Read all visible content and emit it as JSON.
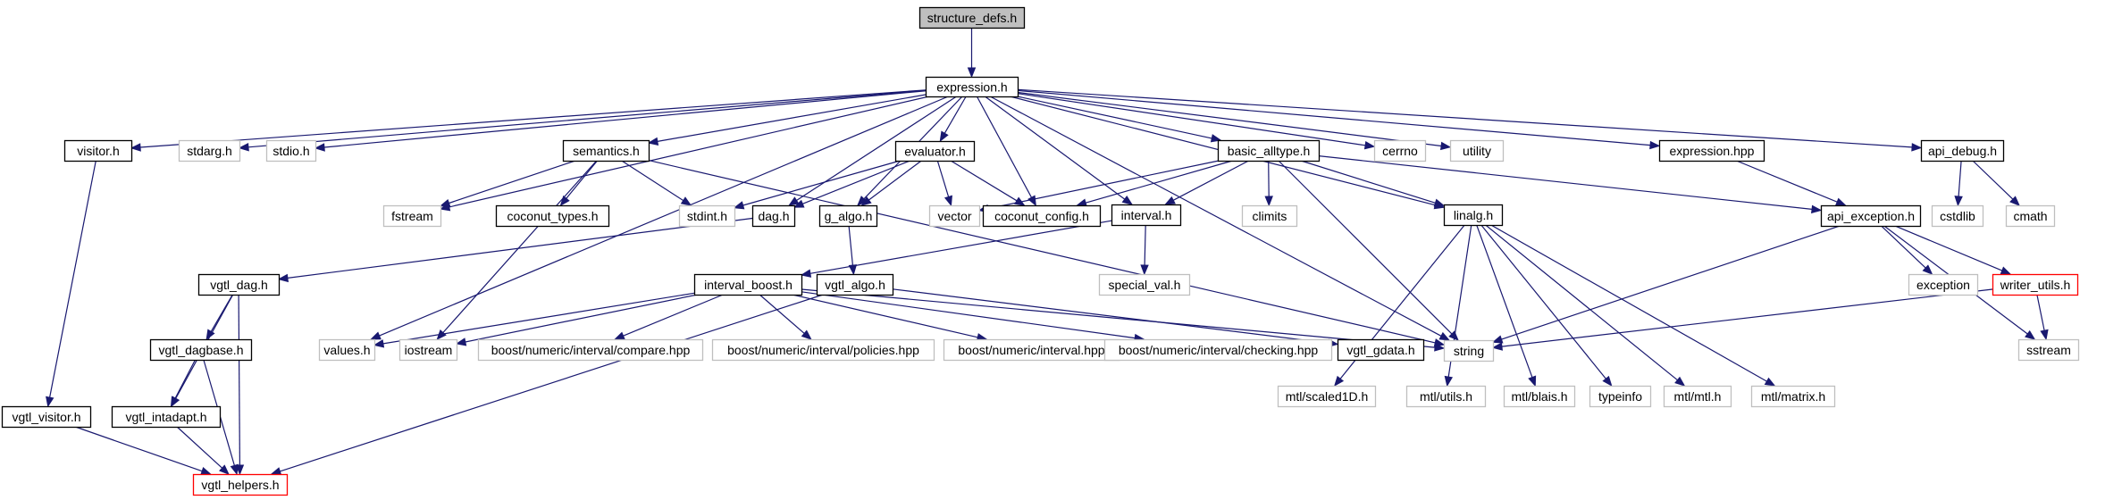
{
  "colors": {
    "edge": "#191970",
    "node_border_documented": "#000000",
    "node_border_external": "#bfbfbf",
    "node_border_undocumented": "#ff0000",
    "root_fill": "#bfbfbf",
    "node_fill": "#ffffff"
  },
  "nodes": [
    {
      "id": "structure_defs_h",
      "label": "structure_defs.h",
      "kind": "root"
    },
    {
      "id": "expression_h",
      "label": "expression.h",
      "kind": "doc"
    },
    {
      "id": "visitor_h",
      "label": "visitor.h",
      "kind": "doc"
    },
    {
      "id": "stdarg_h",
      "label": "stdarg.h",
      "kind": "ext"
    },
    {
      "id": "stdio_h",
      "label": "stdio.h",
      "kind": "ext"
    },
    {
      "id": "semantics_h",
      "label": "semantics.h",
      "kind": "doc"
    },
    {
      "id": "evaluator_h",
      "label": "evaluator.h",
      "kind": "doc"
    },
    {
      "id": "basic_alltype_h",
      "label": "basic_alltype.h",
      "kind": "doc"
    },
    {
      "id": "cerrno",
      "label": "cerrno",
      "kind": "ext"
    },
    {
      "id": "utility",
      "label": "utility",
      "kind": "ext"
    },
    {
      "id": "expression_hpp",
      "label": "expression.hpp",
      "kind": "doc"
    },
    {
      "id": "api_debug_h",
      "label": "api_debug.h",
      "kind": "doc"
    },
    {
      "id": "fstream",
      "label": "fstream",
      "kind": "ext"
    },
    {
      "id": "coconut_types_h",
      "label": "coconut_types.h",
      "kind": "doc"
    },
    {
      "id": "stdint_h",
      "label": "stdint.h",
      "kind": "ext"
    },
    {
      "id": "dag_h",
      "label": "dag.h",
      "kind": "doc"
    },
    {
      "id": "g_algo_h",
      "label": "g_algo.h",
      "kind": "doc"
    },
    {
      "id": "vector",
      "label": "vector",
      "kind": "ext"
    },
    {
      "id": "coconut_config_h",
      "label": "coconut_config.h",
      "kind": "doc"
    },
    {
      "id": "interval_h",
      "label": "interval.h",
      "kind": "doc"
    },
    {
      "id": "climits",
      "label": "climits",
      "kind": "ext"
    },
    {
      "id": "linalg_h",
      "label": "linalg.h",
      "kind": "doc"
    },
    {
      "id": "api_exception_h",
      "label": "api_exception.h",
      "kind": "doc"
    },
    {
      "id": "cstdlib",
      "label": "cstdlib",
      "kind": "ext"
    },
    {
      "id": "cmath",
      "label": "cmath",
      "kind": "ext"
    },
    {
      "id": "vgtl_dag_h",
      "label": "vgtl_dag.h",
      "kind": "doc"
    },
    {
      "id": "interval_boost_h",
      "label": "interval_boost.h",
      "kind": "doc"
    },
    {
      "id": "vgtl_algo_h",
      "label": "vgtl_algo.h",
      "kind": "doc"
    },
    {
      "id": "special_val_h",
      "label": "special_val.h",
      "kind": "ext"
    },
    {
      "id": "mtl_scaled1d_h",
      "label": "mtl/scaled1D.h",
      "kind": "ext"
    },
    {
      "id": "mtl_utils_h",
      "label": "mtl/utils.h",
      "kind": "ext"
    },
    {
      "id": "mtl_blais_h",
      "label": "mtl/blais.h",
      "kind": "ext"
    },
    {
      "id": "typeinfo",
      "label": "typeinfo",
      "kind": "ext"
    },
    {
      "id": "mtl_mtl_h",
      "label": "mtl/mtl.h",
      "kind": "ext"
    },
    {
      "id": "mtl_matrix_h",
      "label": "mtl/matrix.h",
      "kind": "ext"
    },
    {
      "id": "exception",
      "label": "exception",
      "kind": "ext"
    },
    {
      "id": "writer_utils_h",
      "label": "writer_utils.h",
      "kind": "undoc"
    },
    {
      "id": "vgtl_dagbase_h",
      "label": "vgtl_dagbase.h",
      "kind": "doc"
    },
    {
      "id": "values_h",
      "label": "values.h",
      "kind": "ext"
    },
    {
      "id": "iostream",
      "label": "iostream",
      "kind": "ext"
    },
    {
      "id": "bn_compare",
      "label": "boost/numeric/interval/compare.hpp",
      "kind": "ext"
    },
    {
      "id": "bn_policies",
      "label": "boost/numeric/interval/policies.hpp",
      "kind": "ext"
    },
    {
      "id": "bn_interval",
      "label": "boost/numeric/interval.hpp",
      "kind": "ext"
    },
    {
      "id": "bn_checking",
      "label": "boost/numeric/interval/checking.hpp",
      "kind": "ext"
    },
    {
      "id": "vgtl_gdata_h",
      "label": "vgtl_gdata.h",
      "kind": "doc"
    },
    {
      "id": "string",
      "label": "string",
      "kind": "ext"
    },
    {
      "id": "sstream",
      "label": "sstream",
      "kind": "ext"
    },
    {
      "id": "vgtl_visitor_h",
      "label": "vgtl_visitor.h",
      "kind": "doc"
    },
    {
      "id": "vgtl_intadapt_h",
      "label": "vgtl_intadapt.h",
      "kind": "doc"
    },
    {
      "id": "vgtl_helpers_h",
      "label": "vgtl_helpers.h",
      "kind": "undoc"
    }
  ],
  "edges": [
    [
      "structure_defs_h",
      "expression_h"
    ],
    [
      "expression_h",
      "visitor_h"
    ],
    [
      "expression_h",
      "stdarg_h"
    ],
    [
      "expression_h",
      "stdio_h"
    ],
    [
      "expression_h",
      "semantics_h"
    ],
    [
      "expression_h",
      "evaluator_h"
    ],
    [
      "expression_h",
      "basic_alltype_h"
    ],
    [
      "expression_h",
      "cerrno"
    ],
    [
      "expression_h",
      "utility"
    ],
    [
      "expression_h",
      "expression_hpp"
    ],
    [
      "expression_h",
      "api_debug_h"
    ],
    [
      "expression_h",
      "fstream"
    ],
    [
      "expression_h",
      "values_h"
    ],
    [
      "expression_h",
      "dag_h"
    ],
    [
      "expression_h",
      "g_algo_h"
    ],
    [
      "expression_h",
      "coconut_config_h"
    ],
    [
      "expression_h",
      "interval_h"
    ],
    [
      "expression_h",
      "linalg_h"
    ],
    [
      "expression_h",
      "string"
    ],
    [
      "visitor_h",
      "vgtl_visitor_h"
    ],
    [
      "semantics_h",
      "fstream"
    ],
    [
      "semantics_h",
      "coconut_types_h"
    ],
    [
      "semantics_h",
      "stdint_h"
    ],
    [
      "semantics_h",
      "iostream"
    ],
    [
      "semantics_h",
      "string"
    ],
    [
      "evaluator_h",
      "stdint_h"
    ],
    [
      "evaluator_h",
      "dag_h"
    ],
    [
      "evaluator_h",
      "g_algo_h"
    ],
    [
      "evaluator_h",
      "vector"
    ],
    [
      "evaluator_h",
      "coconut_config_h"
    ],
    [
      "basic_alltype_h",
      "vector"
    ],
    [
      "basic_alltype_h",
      "coconut_config_h"
    ],
    [
      "basic_alltype_h",
      "interval_h"
    ],
    [
      "basic_alltype_h",
      "climits"
    ],
    [
      "basic_alltype_h",
      "linalg_h"
    ],
    [
      "basic_alltype_h",
      "api_exception_h"
    ],
    [
      "basic_alltype_h",
      "string"
    ],
    [
      "expression_hpp",
      "api_exception_h"
    ],
    [
      "api_debug_h",
      "cstdlib"
    ],
    [
      "api_debug_h",
      "cmath"
    ],
    [
      "dag_h",
      "vgtl_dag_h"
    ],
    [
      "g_algo_h",
      "vgtl_algo_h"
    ],
    [
      "interval_h",
      "interval_boost_h"
    ],
    [
      "interval_h",
      "special_val_h"
    ],
    [
      "linalg_h",
      "mtl_scaled1d_h"
    ],
    [
      "linalg_h",
      "mtl_utils_h"
    ],
    [
      "linalg_h",
      "mtl_blais_h"
    ],
    [
      "linalg_h",
      "typeinfo"
    ],
    [
      "linalg_h",
      "mtl_mtl_h"
    ],
    [
      "linalg_h",
      "mtl_matrix_h"
    ],
    [
      "api_exception_h",
      "exception"
    ],
    [
      "api_exception_h",
      "writer_utils_h"
    ],
    [
      "api_exception_h",
      "sstream"
    ],
    [
      "api_exception_h",
      "string"
    ],
    [
      "writer_utils_h",
      "string"
    ],
    [
      "writer_utils_h",
      "sstream"
    ],
    [
      "vgtl_dag_h",
      "vgtl_dagbase_h"
    ],
    [
      "vgtl_dag_h",
      "vgtl_intadapt_h"
    ],
    [
      "vgtl_dag_h",
      "vgtl_helpers_h"
    ],
    [
      "interval_boost_h",
      "values_h"
    ],
    [
      "interval_boost_h",
      "iostream"
    ],
    [
      "interval_boost_h",
      "bn_compare"
    ],
    [
      "interval_boost_h",
      "bn_policies"
    ],
    [
      "interval_boost_h",
      "bn_interval"
    ],
    [
      "interval_boost_h",
      "bn_checking"
    ],
    [
      "interval_boost_h",
      "string"
    ],
    [
      "vgtl_algo_h",
      "vgtl_gdata_h"
    ],
    [
      "vgtl_algo_h",
      "vgtl_helpers_h"
    ],
    [
      "vgtl_dagbase_h",
      "vgtl_intadapt_h"
    ],
    [
      "vgtl_dagbase_h",
      "vgtl_helpers_h"
    ],
    [
      "vgtl_visitor_h",
      "vgtl_helpers_h"
    ],
    [
      "vgtl_intadapt_h",
      "vgtl_helpers_h"
    ]
  ]
}
